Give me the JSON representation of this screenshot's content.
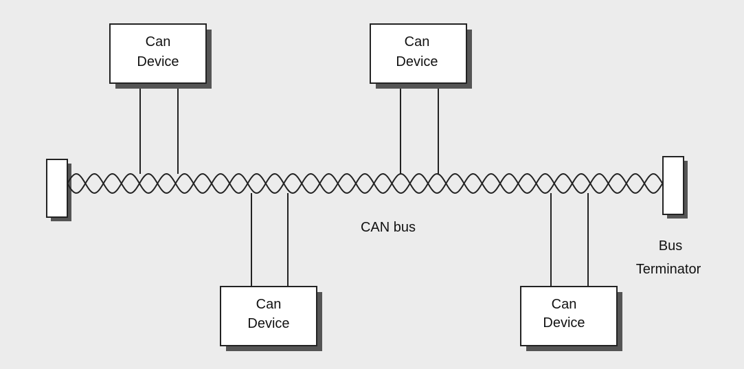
{
  "devices": [
    {
      "line1": "Can",
      "line2": "Device"
    },
    {
      "line1": "Can",
      "line2": "Device"
    },
    {
      "line1": "Can",
      "line2": "Device"
    },
    {
      "line1": "Can",
      "line2": "Device"
    }
  ],
  "bus": {
    "label": "CAN bus"
  },
  "terminator": {
    "line1": "Bus",
    "line2": "Terminator"
  },
  "colors": {
    "background": "#ececec",
    "line": "#222222",
    "shadow": "#555555",
    "box": "#ffffff"
  }
}
